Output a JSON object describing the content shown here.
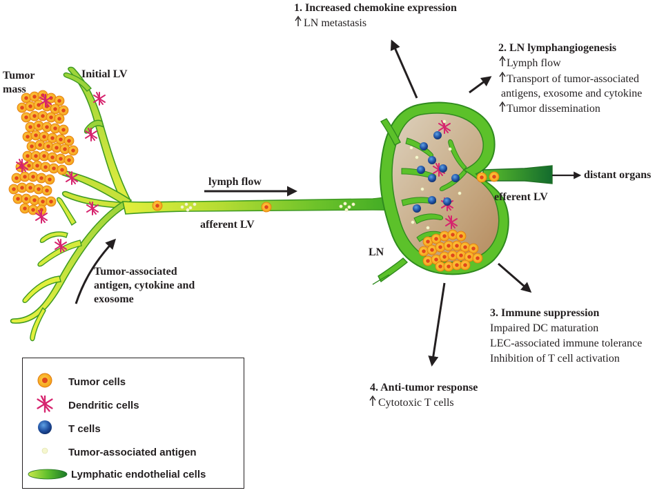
{
  "labels": {
    "tumor_mass_1": "Tumor",
    "tumor_mass_2": "mass",
    "initial_lv": "Initial LV",
    "lymph_flow": "lymph flow",
    "afferent_lv": "afferent LV",
    "efferent_lv": "efferent LV",
    "distant_organs": "distant organs",
    "ln": "LN",
    "tumor_antigen_1": "Tumor-associated",
    "tumor_antigen_2": "antigen, cytokine and",
    "tumor_antigen_3": "exosome"
  },
  "effects": {
    "e1_title": "1. Increased chemokine expression",
    "e1_line1": "LN metastasis",
    "e2_title": "2. LN lymphangiogenesis",
    "e2_line1": "Lymph flow",
    "e2_line2": "Transport of tumor-associated",
    "e2_line3": "antigens, exosome and cytokine",
    "e2_line4": "Tumor dissemination",
    "e3_title": "3. Immune suppression",
    "e3_line1": "Impaired DC maturation",
    "e3_line2": "LEC-associated immune tolerance",
    "e3_line3": "Inhibition of T cell activation",
    "e4_title": "4. Anti-tumor response",
    "e4_line1": "Cytotoxic T cells"
  },
  "legend": {
    "items": [
      {
        "label": "Tumor cells",
        "icon": "tumor-cell-icon"
      },
      {
        "label": "Dendritic cells",
        "icon": "dendritic-cell-icon"
      },
      {
        "label": "T cells",
        "icon": "t-cell-icon"
      },
      {
        "label": "Tumor-associated antigen",
        "icon": "antigen-icon"
      },
      {
        "label": "Lymphatic endothelial cells",
        "icon": "lec-icon"
      }
    ]
  },
  "colors": {
    "vessel": "#6cc22a",
    "vessel_light": "#d9ec3a",
    "vessel_dark": "#2f8a1e",
    "tumor_outer": "#f7a21b",
    "tumor_inner": "#e0471c",
    "dendritic": "#d6246e",
    "t_cell": "#1f4fa0",
    "antigen": "#f3f6c8",
    "node_fill": "#c9b08c",
    "arrow": "#231f20"
  }
}
